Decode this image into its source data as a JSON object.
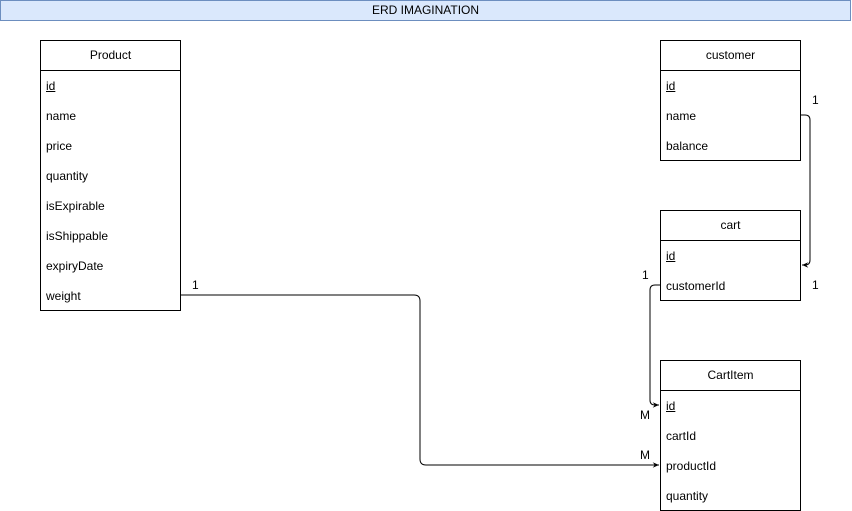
{
  "title": "ERD IMAGINATION",
  "entities": {
    "product": {
      "name": "Product",
      "fields": [
        "id",
        "name",
        "price",
        "quantity",
        "isExpirable",
        "isShippable",
        "expiryDate",
        "weight"
      ]
    },
    "customer": {
      "name": "customer",
      "fields": [
        "id",
        "name",
        "balance"
      ]
    },
    "cart": {
      "name": "cart",
      "fields": [
        "id",
        "customerId"
      ]
    },
    "cartitem": {
      "name": "CartItem",
      "fields": [
        "id",
        "cartId",
        "productId",
        "quantity"
      ]
    }
  },
  "relationships": [
    {
      "from": "customer.name",
      "to": "cart.id",
      "from_card": "1",
      "to_card": "1"
    },
    {
      "from": "cart.customerId",
      "to": "CartItem.id",
      "from_card": "1",
      "to_card": "M"
    },
    {
      "from": "Product.weight",
      "to": "CartItem.productId",
      "from_card": "1",
      "to_card": "M"
    }
  ],
  "colors": {
    "title_fill": "#dae8fc",
    "title_stroke": "#6c8ebf",
    "line": "#000000"
  }
}
